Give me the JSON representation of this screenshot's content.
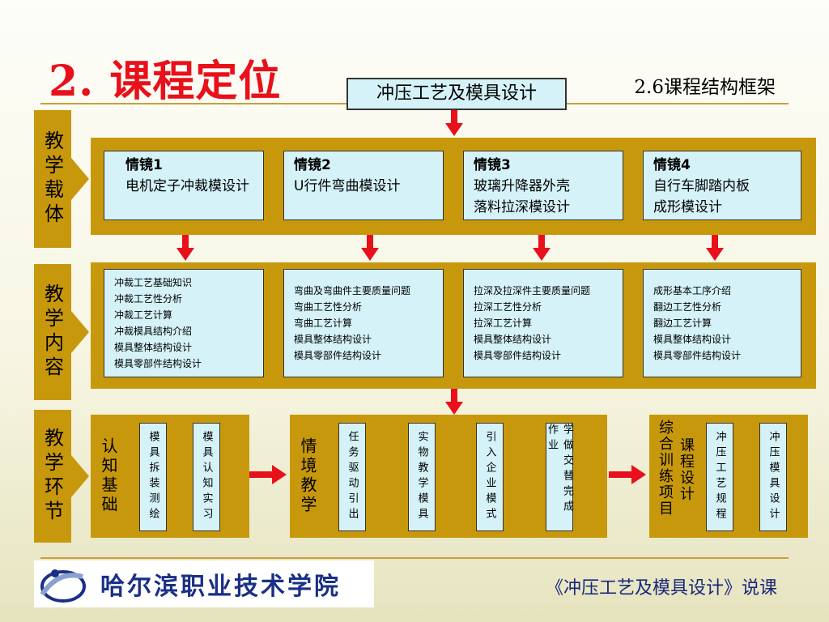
{
  "slide": {
    "title": "2. 课程定位",
    "subtitle": "2.6课程结构框架",
    "root": "冲压工艺及模具设计",
    "footer": "《冲压工艺及模具设计》说课",
    "school": "哈尔滨职业技术学院"
  },
  "sides": [
    "教学载体",
    "教学内容",
    "教学环节"
  ],
  "scenarios": [
    {
      "name": "情镜1",
      "lines": [
        "电机定子冲裁模设计"
      ]
    },
    {
      "name": "情镜2",
      "lines": [
        "U行件弯曲模设计"
      ]
    },
    {
      "name": "情镜3",
      "lines": [
        "玻璃升降器外壳",
        "落料拉深模设计"
      ]
    },
    {
      "name": "情镜4",
      "lines": [
        "自行车脚踏内板",
        "成形模设计"
      ]
    }
  ],
  "topics": [
    [
      "冲裁工艺基础知识",
      "冲裁工艺性分析",
      "冲裁工艺计算",
      "冲裁模具结构介绍",
      "模具整体结构设计",
      "模具零部件结构设计"
    ],
    [
      "弯曲及弯曲件主要质量问题",
      "弯曲工艺性分析",
      "弯曲工艺计算",
      "模具整体结构设计",
      "模具零部件结构设计"
    ],
    [
      "拉深及拉深件主要质量问题",
      "拉深工艺性分析",
      "拉深工艺计算",
      "模具整体结构设计",
      "模具零部件结构设计"
    ],
    [
      "成形基本工序介绍",
      "翻边工艺性分析",
      "翻边工艺计算",
      "模具整体结构设计",
      "模具零部件结构设计"
    ]
  ],
  "stages": {
    "left": {
      "label": "认知基础",
      "items": [
        "模具拆装测绘",
        "模具认知实习"
      ]
    },
    "mid": {
      "label": "情境教学",
      "items": [
        "任务驱动引出",
        "实物教学模具",
        "引入企业模式",
        "学做交替完成作业"
      ]
    },
    "right": {
      "label_a": "综合训练项目",
      "label_b": "课程设计",
      "items": [
        "冲压工艺规程",
        "冲压模具设计"
      ]
    }
  },
  "colors": {
    "band": "#c8980c",
    "card": "#d4f2f8",
    "arrow": "#e8101a",
    "title": "#e8101a"
  }
}
